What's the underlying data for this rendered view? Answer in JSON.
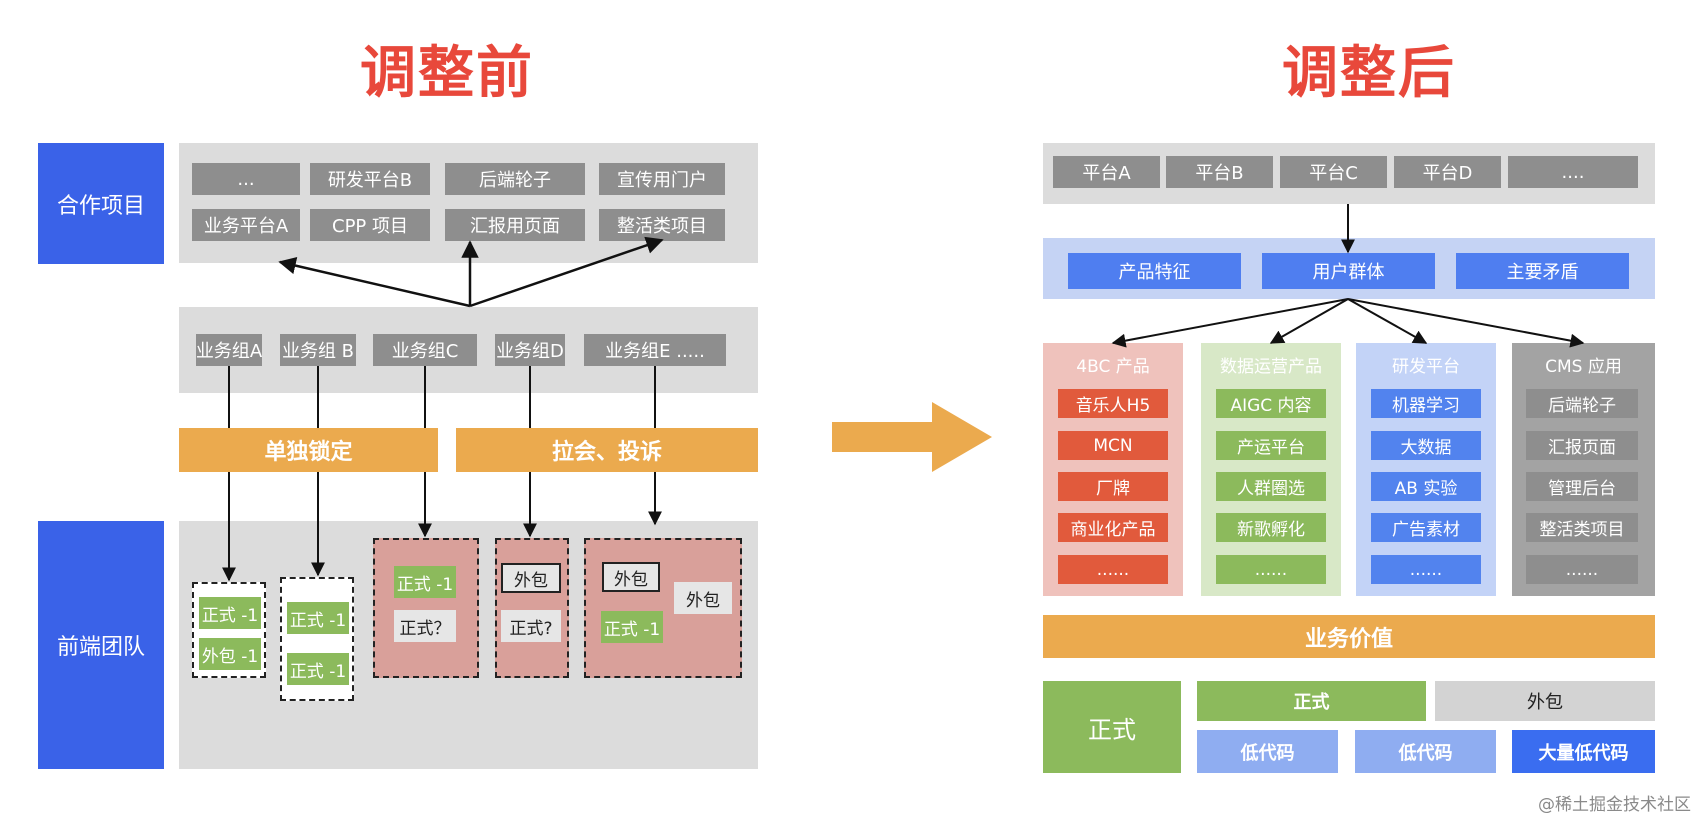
{
  "left": {
    "title": "调整前",
    "partner_label": "合作项目",
    "frontend_label": "前端团队",
    "projects_row1": [
      "...",
      "研发平台B",
      "后端轮子",
      "宣传用门户"
    ],
    "projects_row2": [
      "业务平台A",
      "CPP 项目",
      "汇报用页面",
      "整活类项目"
    ],
    "groups": [
      "业务组A",
      "业务组 B",
      "业务组C",
      "业务组D",
      "业务组E ....."
    ],
    "bar_lock": "单独锁定",
    "bar_complain": "拉会、投诉",
    "team_a": [
      "正式 -1",
      "外包 -1"
    ],
    "team_b": [
      "正式 -1",
      "正式 -1"
    ],
    "team_c": [
      "正式 -1",
      "正式？"
    ],
    "team_d": [
      "外包",
      "正式?"
    ],
    "team_e": [
      "外包",
      "外包",
      "正式 -1"
    ]
  },
  "right": {
    "title": "调整后",
    "platforms": [
      "平台A",
      "平台B",
      "平台C",
      "平台D",
      "...."
    ],
    "features": [
      "产品特征",
      "用户群体",
      "主要矛盾"
    ],
    "columns": [
      {
        "title": "4BC 产品",
        "items": [
          "音乐人H5",
          "MCN",
          "厂牌",
          "商业化产品",
          "......"
        ]
      },
      {
        "title": "数据运营产品",
        "items": [
          "AIGC 内容",
          "产运平台",
          "人群圈选",
          "新歌孵化",
          "......"
        ]
      },
      {
        "title": "研发平台",
        "items": [
          "机器学习",
          "大数据",
          "AB 实验",
          "广告素材",
          "......"
        ]
      },
      {
        "title": "CMS 应用",
        "items": [
          "后端轮子",
          "汇报页面",
          "管理后台",
          "整活类项目",
          "......"
        ]
      }
    ],
    "business_value": "业务价值",
    "formal_big": "正式",
    "formal": "正式",
    "outsource": "外包",
    "lowcode": [
      "低代码",
      "低代码",
      "大量低代码"
    ]
  },
  "watermark": "@稀土掘金技术社区",
  "colors": {
    "title_red": "#e8483b",
    "blue_label": "#3a62e8",
    "orange": "#ebaa4e",
    "green": "#8cba5c",
    "red_item": "#e15a3c",
    "blue_item": "#5283ee",
    "gray_item": "#8e8e8e"
  }
}
